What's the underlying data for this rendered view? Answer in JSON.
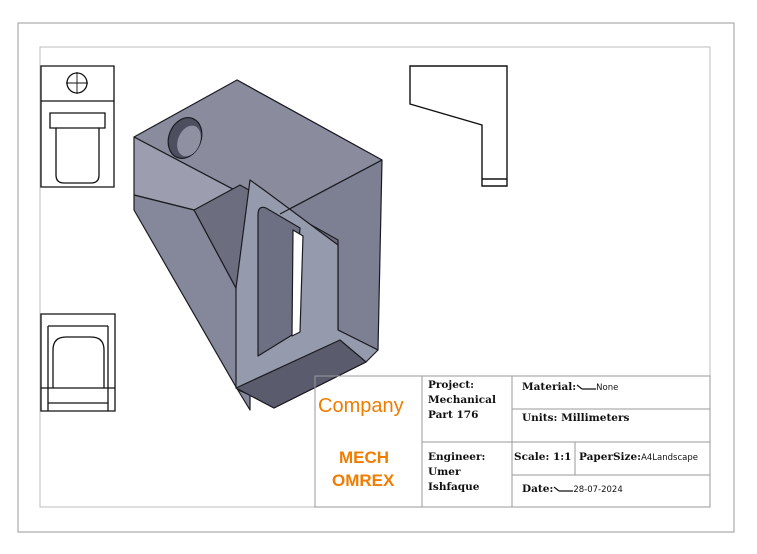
{
  "title_block": {
    "company": "Company",
    "brand_line1": "MECH",
    "brand_line2": "OMREX",
    "project_label": "Project:",
    "project_line1": "Mechanical",
    "project_line2": "Part 176",
    "material_label": "Material:",
    "material_value": "None",
    "units_text": "Units: Millimeters",
    "engineer_label": "Engineer:",
    "engineer_line1": "Umer",
    "engineer_line2": "Ishfaque",
    "scale_text": "Scale: 1:1",
    "paper_label": "PaperSize:",
    "paper_value": "A4Landscape",
    "date_label": "Date:",
    "date_value": "28-07-2024"
  },
  "colors": {
    "brand_orange": "#f07c00",
    "part_face_top": "#8a8c9e",
    "part_face_front": "#9c9eb0",
    "part_face_side": "#6c6e80",
    "part_edge": "#1b1b22"
  }
}
